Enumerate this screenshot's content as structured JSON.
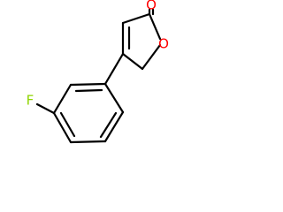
{
  "molecule": {
    "atoms": {
      "fluorine": {
        "symbol": "F",
        "color": "#8fd400"
      },
      "carbonyl_oxygen": {
        "symbol": "O",
        "color": "#ff0000"
      },
      "ring_oxygen": {
        "symbol": "O",
        "color": "#ff0000"
      }
    },
    "bond_color": "#000000"
  }
}
